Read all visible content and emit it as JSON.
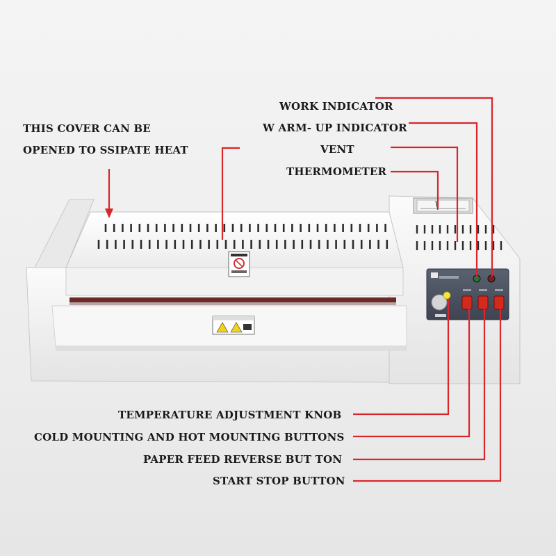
{
  "labels": {
    "cover_line1": "THIS COVER CAN BE",
    "cover_line2": "OPENED TO SSIPATE HEAT",
    "work_indicator": "WORK INDICATOR",
    "warmup_indicator": "W ARM- UP INDICATOR",
    "vent": "VENT",
    "thermometer": "THERMOMETER",
    "temperature_knob": "TEMPERATURE ADJUSTMENT KNOB",
    "cold_hot_buttons": "COLD MOUNTING AND HOT MOUNTING BUTTONS",
    "paper_feed_reverse": "PAPER FEED REVERSE BUT TON",
    "start_stop": "START STOP BUTTON"
  },
  "colors": {
    "callout_line": "#d9262b",
    "machine_body": "#f3f3f3",
    "rocker_switch": "#d42a1e",
    "knob_cap": "#f2e63a"
  }
}
